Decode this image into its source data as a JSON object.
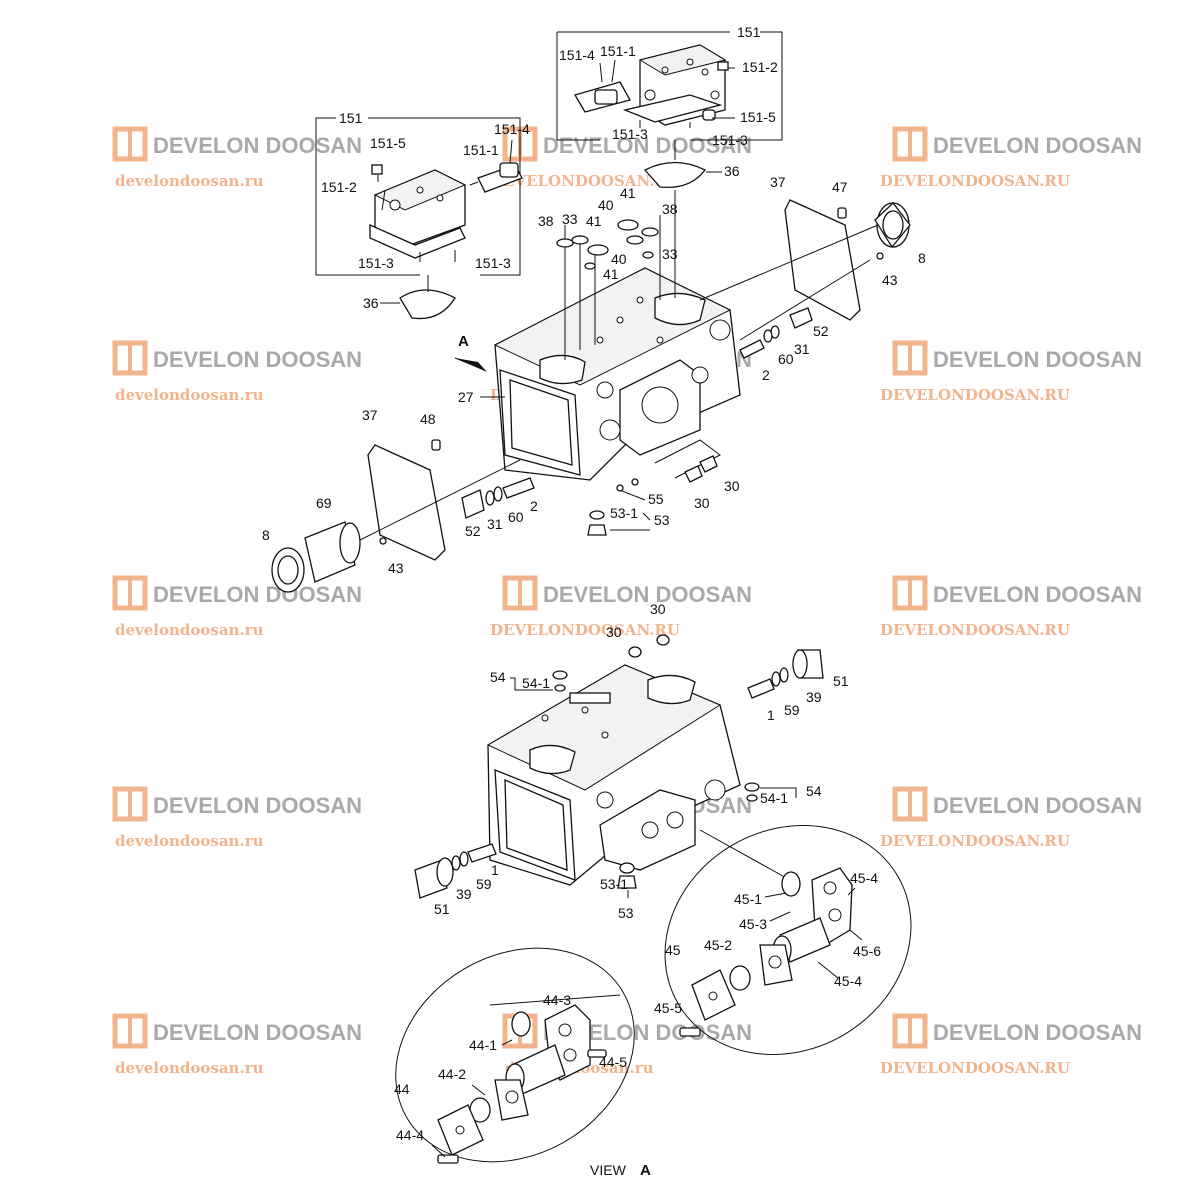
{
  "watermark": {
    "brand": "DEVELON DOOSAN",
    "url_lower": "develondoosan.ru",
    "url_upper": "DEVELONDOOSAN.RU",
    "logo_color": "#f2b48c",
    "brand_color": "#a9a9a9"
  },
  "labels": {
    "l151_top": "151",
    "l151_4_top": "151-4",
    "l151_1_top": "151-1",
    "l151_2_top": "151-2",
    "l151_5_top": "151-5",
    "l151_3_top_a": "151-3",
    "l151_3_top_b": "151-3",
    "l151_left": "151",
    "l151_5_left": "151-5",
    "l151_4_left": "151-4",
    "l151_1_left": "151-1",
    "l151_2_left": "151-2",
    "l151_3_left_a": "151-3",
    "l151_3_left_b": "151-3",
    "l36_right": "36",
    "l36_left": "36",
    "l37_right": "37",
    "l37_left": "37",
    "l47": "47",
    "l8_right": "8",
    "l8_left": "8",
    "l43_right": "43",
    "l43_left": "43",
    "l41_a": "41",
    "l41_b": "41",
    "l41_c": "41",
    "l40_a": "40",
    "l40_b": "40",
    "l38_a": "38",
    "l38_b": "38",
    "l33_a": "33",
    "l33_b": "33",
    "l52_right": "52",
    "l52_left": "52",
    "l31_right": "31",
    "l31_left": "31",
    "l60_right": "60",
    "l60_left": "60",
    "l2_right": "2",
    "l2_left": "2",
    "lA": "A",
    "l27": "27",
    "l48": "48",
    "l69": "69",
    "l30_a": "30",
    "l30_b": "30",
    "l55": "55",
    "l53_1_top": "53-1",
    "l53_top": "53",
    "l30_c": "30",
    "l30_d": "30",
    "l54_top": "54",
    "l54_1_top": "54-1",
    "l51_right": "51",
    "l39_right": "39",
    "l1_right": "1",
    "l59_right": "59",
    "l54_1_mid": "54-1",
    "l54_mid": "54",
    "l1_left": "1",
    "l59_left": "59",
    "l39_left": "39",
    "l51_left": "51",
    "l53_1_bot": "53-1",
    "l53_bot": "53",
    "l45": "45",
    "l45_1": "45-1",
    "l45_3": "45-3",
    "l45_4_a": "45-4",
    "l45_6": "45-6",
    "l45_4_b": "45-4",
    "l45_2": "45-2",
    "l45_5": "45-5",
    "l44": "44",
    "l44_3": "44-3",
    "l44_1": "44-1",
    "l44_2": "44-2",
    "l44_5": "44-5",
    "l44_4": "44-4",
    "view_text": "VIEW",
    "view_letter": "A"
  }
}
